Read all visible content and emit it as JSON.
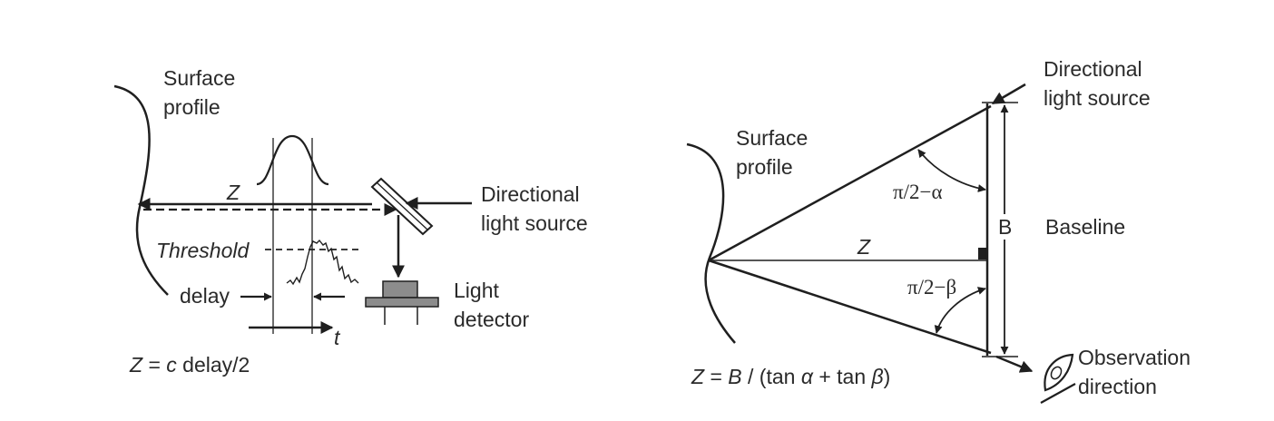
{
  "left_panel": {
    "surface_profile": [
      "Surface",
      "profile"
    ],
    "z_label": "Z",
    "threshold_label": "Threshold",
    "delay_label": "delay",
    "t_label": "t",
    "light_source": [
      "Directional",
      "light source"
    ],
    "light_detector": [
      "Light",
      "detector"
    ],
    "formula": {
      "z": "Z",
      "eq": " = ",
      "c": "c",
      "rest": " delay/2"
    }
  },
  "right_panel": {
    "surface_profile": [
      "Surface",
      "profile"
    ],
    "light_source": [
      "Directional",
      "light source"
    ],
    "alpha_angle": "π/2−α",
    "beta_angle": "π/2−β",
    "z_label": "Z",
    "baseline_letter": "B",
    "baseline_label": "Baseline",
    "observation": [
      "Observation",
      "direction"
    ],
    "formula": {
      "z": "Z",
      "eq1": " = ",
      "b": "B",
      "mid1": " / (tan ",
      "alpha": "α",
      "mid2": " + tan ",
      "beta": "β",
      "end": ")"
    }
  },
  "colors": {
    "ink": "#1f1f1f",
    "mirror_fill": "#ffffff",
    "detector_fill": "#8c8c8c"
  }
}
